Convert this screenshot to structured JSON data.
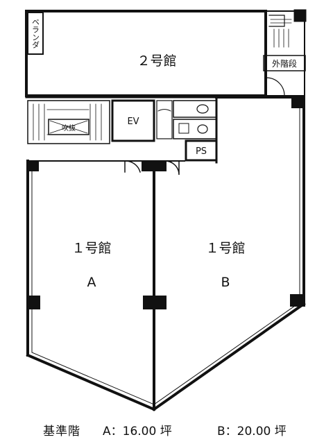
{
  "labels": {
    "veranda": "ベランダ",
    "building2": "２号館",
    "outer_stairs": "外階段",
    "atrium": "吹抜",
    "ev": "EV",
    "ps": "PS",
    "unit_a_building": "１号館",
    "unit_a_letter": "A",
    "unit_b_building": "１号館",
    "unit_b_letter": "B"
  },
  "caption": {
    "label": "基準階",
    "unit_a": "A：16.00 坪",
    "unit_b": "B：20.00 坪"
  }
}
